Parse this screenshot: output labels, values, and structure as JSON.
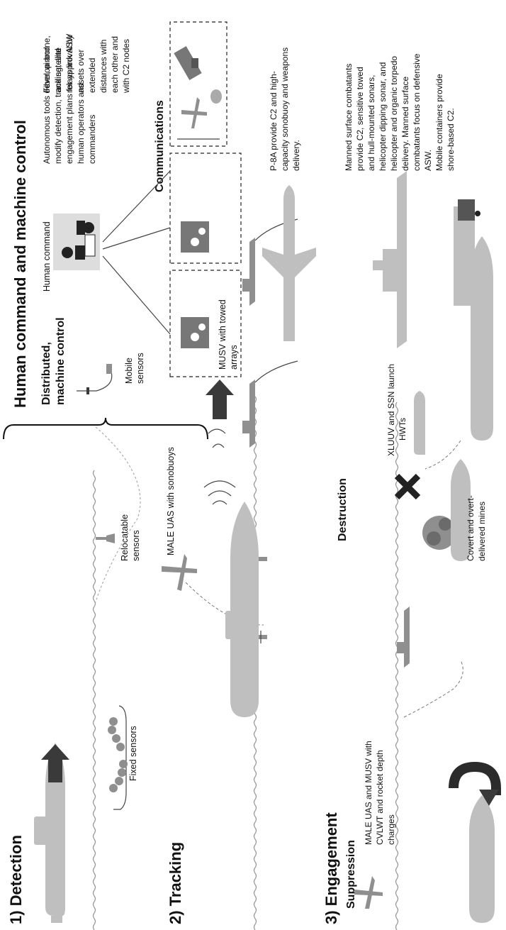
{
  "colors": {
    "vehicle": "#bfbfbf",
    "dark": "#3a3a3a",
    "water": "#9a9a9a",
    "background": "#ffffff"
  },
  "sections": {
    "detection": {
      "heading": "1) Detection",
      "fixed": "Fixed sensors",
      "reloc1": "Relocatable",
      "reloc2": "sensors",
      "mobile1": "Mobile",
      "mobile2": "sensors"
    },
    "tracking": {
      "heading": "2) Tracking",
      "male": "MALE UAS with sonobuoys",
      "musv1": "MUSV with towed",
      "musv2": "arrays"
    },
    "engagement": {
      "heading": "3) Engagement",
      "suppression": "Suppression",
      "destruction": "Destruction",
      "male1": "MALE UAS and MUSV with",
      "male2": "CVLWT and rocket depth",
      "male3": "charges",
      "covert1": "Covert and overt-",
      "covert2": "delivered mines",
      "xluuv1": "XLUUV and SSN launch",
      "xluuv2": "HWTs"
    },
    "command": {
      "title": "Human command and machine control",
      "distributed1": "Distributed,",
      "distributed2": "machine control",
      "human": "Human command",
      "communications": "Communications",
      "autonomous": [
        "Autonomous tools develop and",
        "modify detection, tracking, and",
        "engagement plans for approval by",
        "human operators and",
        "commanders"
      ],
      "fiber": [
        "Fiber, airborne,",
        "and satellite",
        "relays link ASW",
        "assets over",
        "extended",
        "distances with",
        "each other and",
        "with C2 nodes"
      ],
      "p8a": [
        "P-8A provide C2 and high-",
        "capacity sonobuoy and weapons",
        "delivery."
      ],
      "manned": [
        "Manned surface combatants",
        "provide C2, sensitive towed",
        "and hull-mounted sonars,",
        "helicopter dipping sonar, and",
        "helicopter and organic torpedo",
        "delivery. Manned surface",
        "combatants focus on defensive",
        "ASW.",
        "Mobile containers provide",
        "shore-based C2."
      ]
    }
  }
}
